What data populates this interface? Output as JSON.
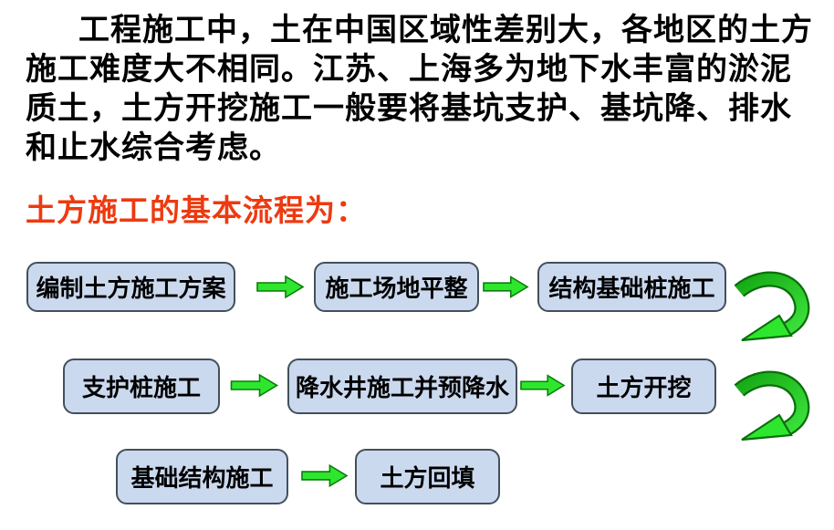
{
  "slide": {
    "background": "#ffffff"
  },
  "intro": {
    "lines": [
      "工程施工中，土在中国区域性差别大，各地区的土方",
      "施工难度大不相同。江苏、上海多为地下水丰富的淤泥",
      "质土，土方开挖施工一般要将基坑支护、基坑降、排水",
      "和止水综合考虑。"
    ]
  },
  "heading": {
    "text": "土方施工的基本流程为：",
    "color": "#ed3a10"
  },
  "flowchart": {
    "colors": {
      "box_fill": "#cbd9ee",
      "box_border": "#42505c",
      "arrow_fill": "#2ee62e",
      "arrow_outline": "#0a7c0a",
      "curved_arrow_dark": "#0a6e0a",
      "curved_arrow_bright": "#3ce23c"
    },
    "icons": {
      "flow_arrow": "right-block-arrow",
      "curved_arrow": "curved-down-left-arrow"
    },
    "rows": [
      {
        "boxes": [
          "编制土方施工方案",
          "施工场地平整",
          "结构基础桩施工"
        ]
      },
      {
        "boxes": [
          "支护桩施工",
          "降水井施工并预降水",
          "土方开挖"
        ]
      },
      {
        "boxes": [
          "基础结构施工",
          "土方回填"
        ]
      }
    ]
  }
}
